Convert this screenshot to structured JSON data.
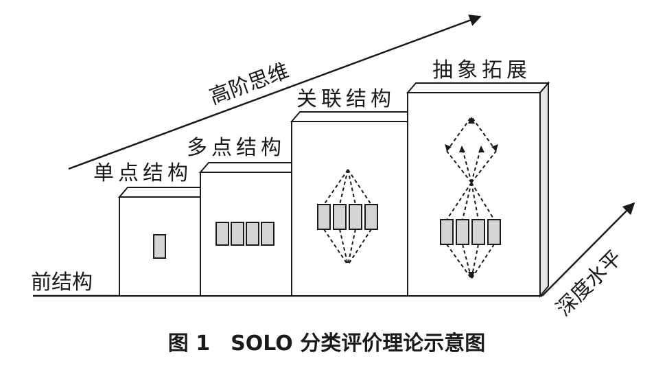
{
  "diagram": {
    "main_axis_label": "高阶思维",
    "depth_axis_label": "深度水平",
    "levels": [
      {
        "id": "prestructural",
        "label": "前结构"
      },
      {
        "id": "unistructural",
        "label": "单点结构"
      },
      {
        "id": "multistructural",
        "label": "多点结构"
      },
      {
        "id": "relational",
        "label": "关联结构"
      },
      {
        "id": "extended-abstract",
        "label": "抽象拓展"
      }
    ]
  },
  "caption": "图 1　SOLO 分类评价理论示意图",
  "colors": {
    "stroke": "#1a1a1a",
    "box_fill": "#ffffff",
    "side_fill": "#e6e6e6",
    "element_fill": "#d4d4d4"
  }
}
